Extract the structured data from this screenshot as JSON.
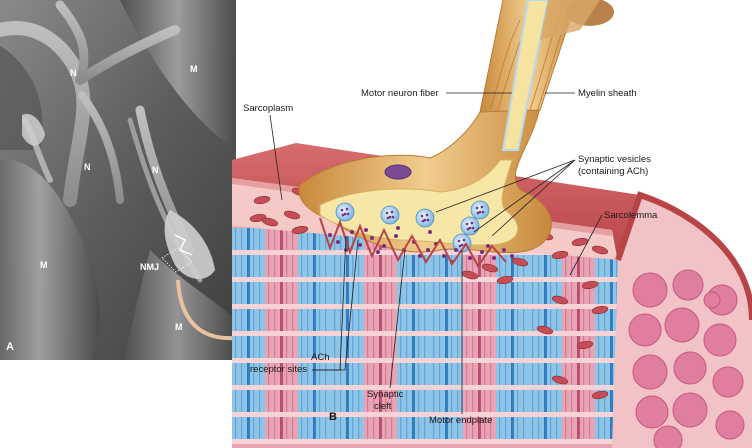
{
  "panels": {
    "a": "A",
    "b": "B"
  },
  "micrograph_labels": {
    "n1": "N",
    "n2": "N",
    "n3": "N",
    "m1": "M",
    "m2": "M",
    "m3": "M",
    "nmj": "NMJ"
  },
  "labels": {
    "sarcoplasm": "Sarcoplasm",
    "motor_neuron_fiber": "Motor neuron fiber",
    "myelin_sheath": "Myelin sheath",
    "synaptic_vesicles_line1": "Synaptic vesicles",
    "synaptic_vesicles_line2": "(containing  ACh)",
    "sarcolemma": "Sarcolemma",
    "ach_receptor_line1": "ACh",
    "ach_receptor_line2": "receptor  sites",
    "synaptic_cleft_line1": "Synaptic",
    "synaptic_cleft_line2": "cleft",
    "motor_endplate": "Motor endplate"
  },
  "colors": {
    "sarcolemma": "#c9555a",
    "sarcoplasm": "#f4c9c6",
    "myofibril_pink": "#e8a3b4",
    "myofibril_blue": "#8ec5e6",
    "myelin": "#e6b872",
    "axon": "#f6e3a0",
    "vesicle": "#a9d2ef",
    "ach": "#7a2f7e"
  }
}
